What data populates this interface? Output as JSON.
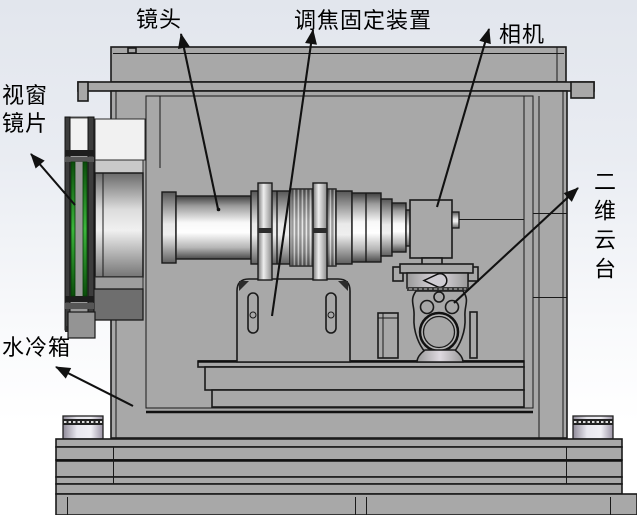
{
  "diagram": {
    "title_present": false,
    "labels": {
      "lens": "镜头",
      "focus_fixture": "调焦固定装置",
      "camera": "相机",
      "window_lens": "视窗\n镜片",
      "water_cooling_box": "水冷箱",
      "two_axis_gimbal": "二维云台"
    },
    "colors": {
      "background_top": "#e2e6ed",
      "background_bottom": "#ffffff",
      "body_gray": "#a8a8a8",
      "outline": "#1a1a1a",
      "glass_green": "#3cb53c",
      "dark_clamp": "#6e6e6e"
    }
  }
}
